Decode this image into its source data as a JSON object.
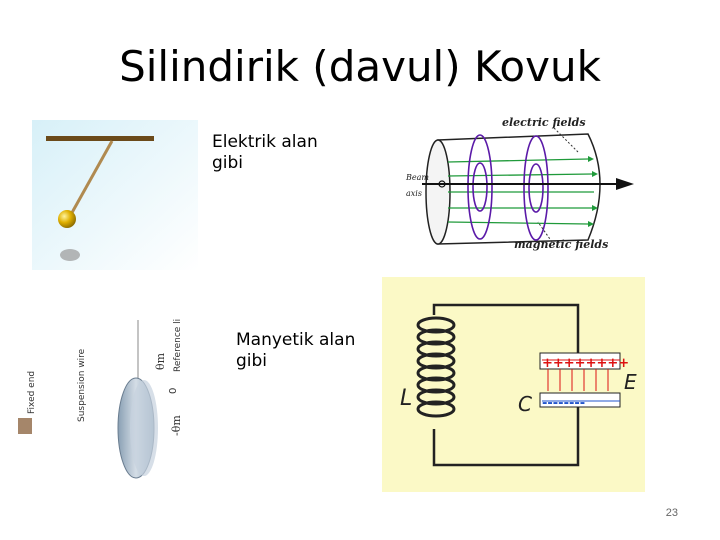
{
  "slide": {
    "title": "Silindirik (davul) Kovuk",
    "electric_caption": "Elektrik alan gibi",
    "magnetic_caption": "Manyetik alan gibi",
    "page_number": "23"
  },
  "cavity_figure": {
    "top_label": "electric fields",
    "bottom_label": "magnetic fields",
    "axis_label_1": "Beam",
    "axis_label_2": "axis"
  },
  "torsion_figure": {
    "fixed_end": "Fixed end",
    "suspension_wire": "Suspension wire",
    "reference_line": "Reference line",
    "theta_max": "θm",
    "zero": "0",
    "neg_theta": "-θm"
  },
  "circuit_figure": {
    "inductor_label": "L",
    "capacitor_label": "C",
    "field_label": "E",
    "plus_signs": "++++++++",
    "minus_signs": "--------"
  },
  "colors": {
    "circuit_bg": "#fbf9c6",
    "pendulum_bg_top": "#e3f5fb",
    "field_green": "#1f9a3a",
    "field_purple": "#5b1aa8",
    "capacitor_red": "#d11"
  }
}
